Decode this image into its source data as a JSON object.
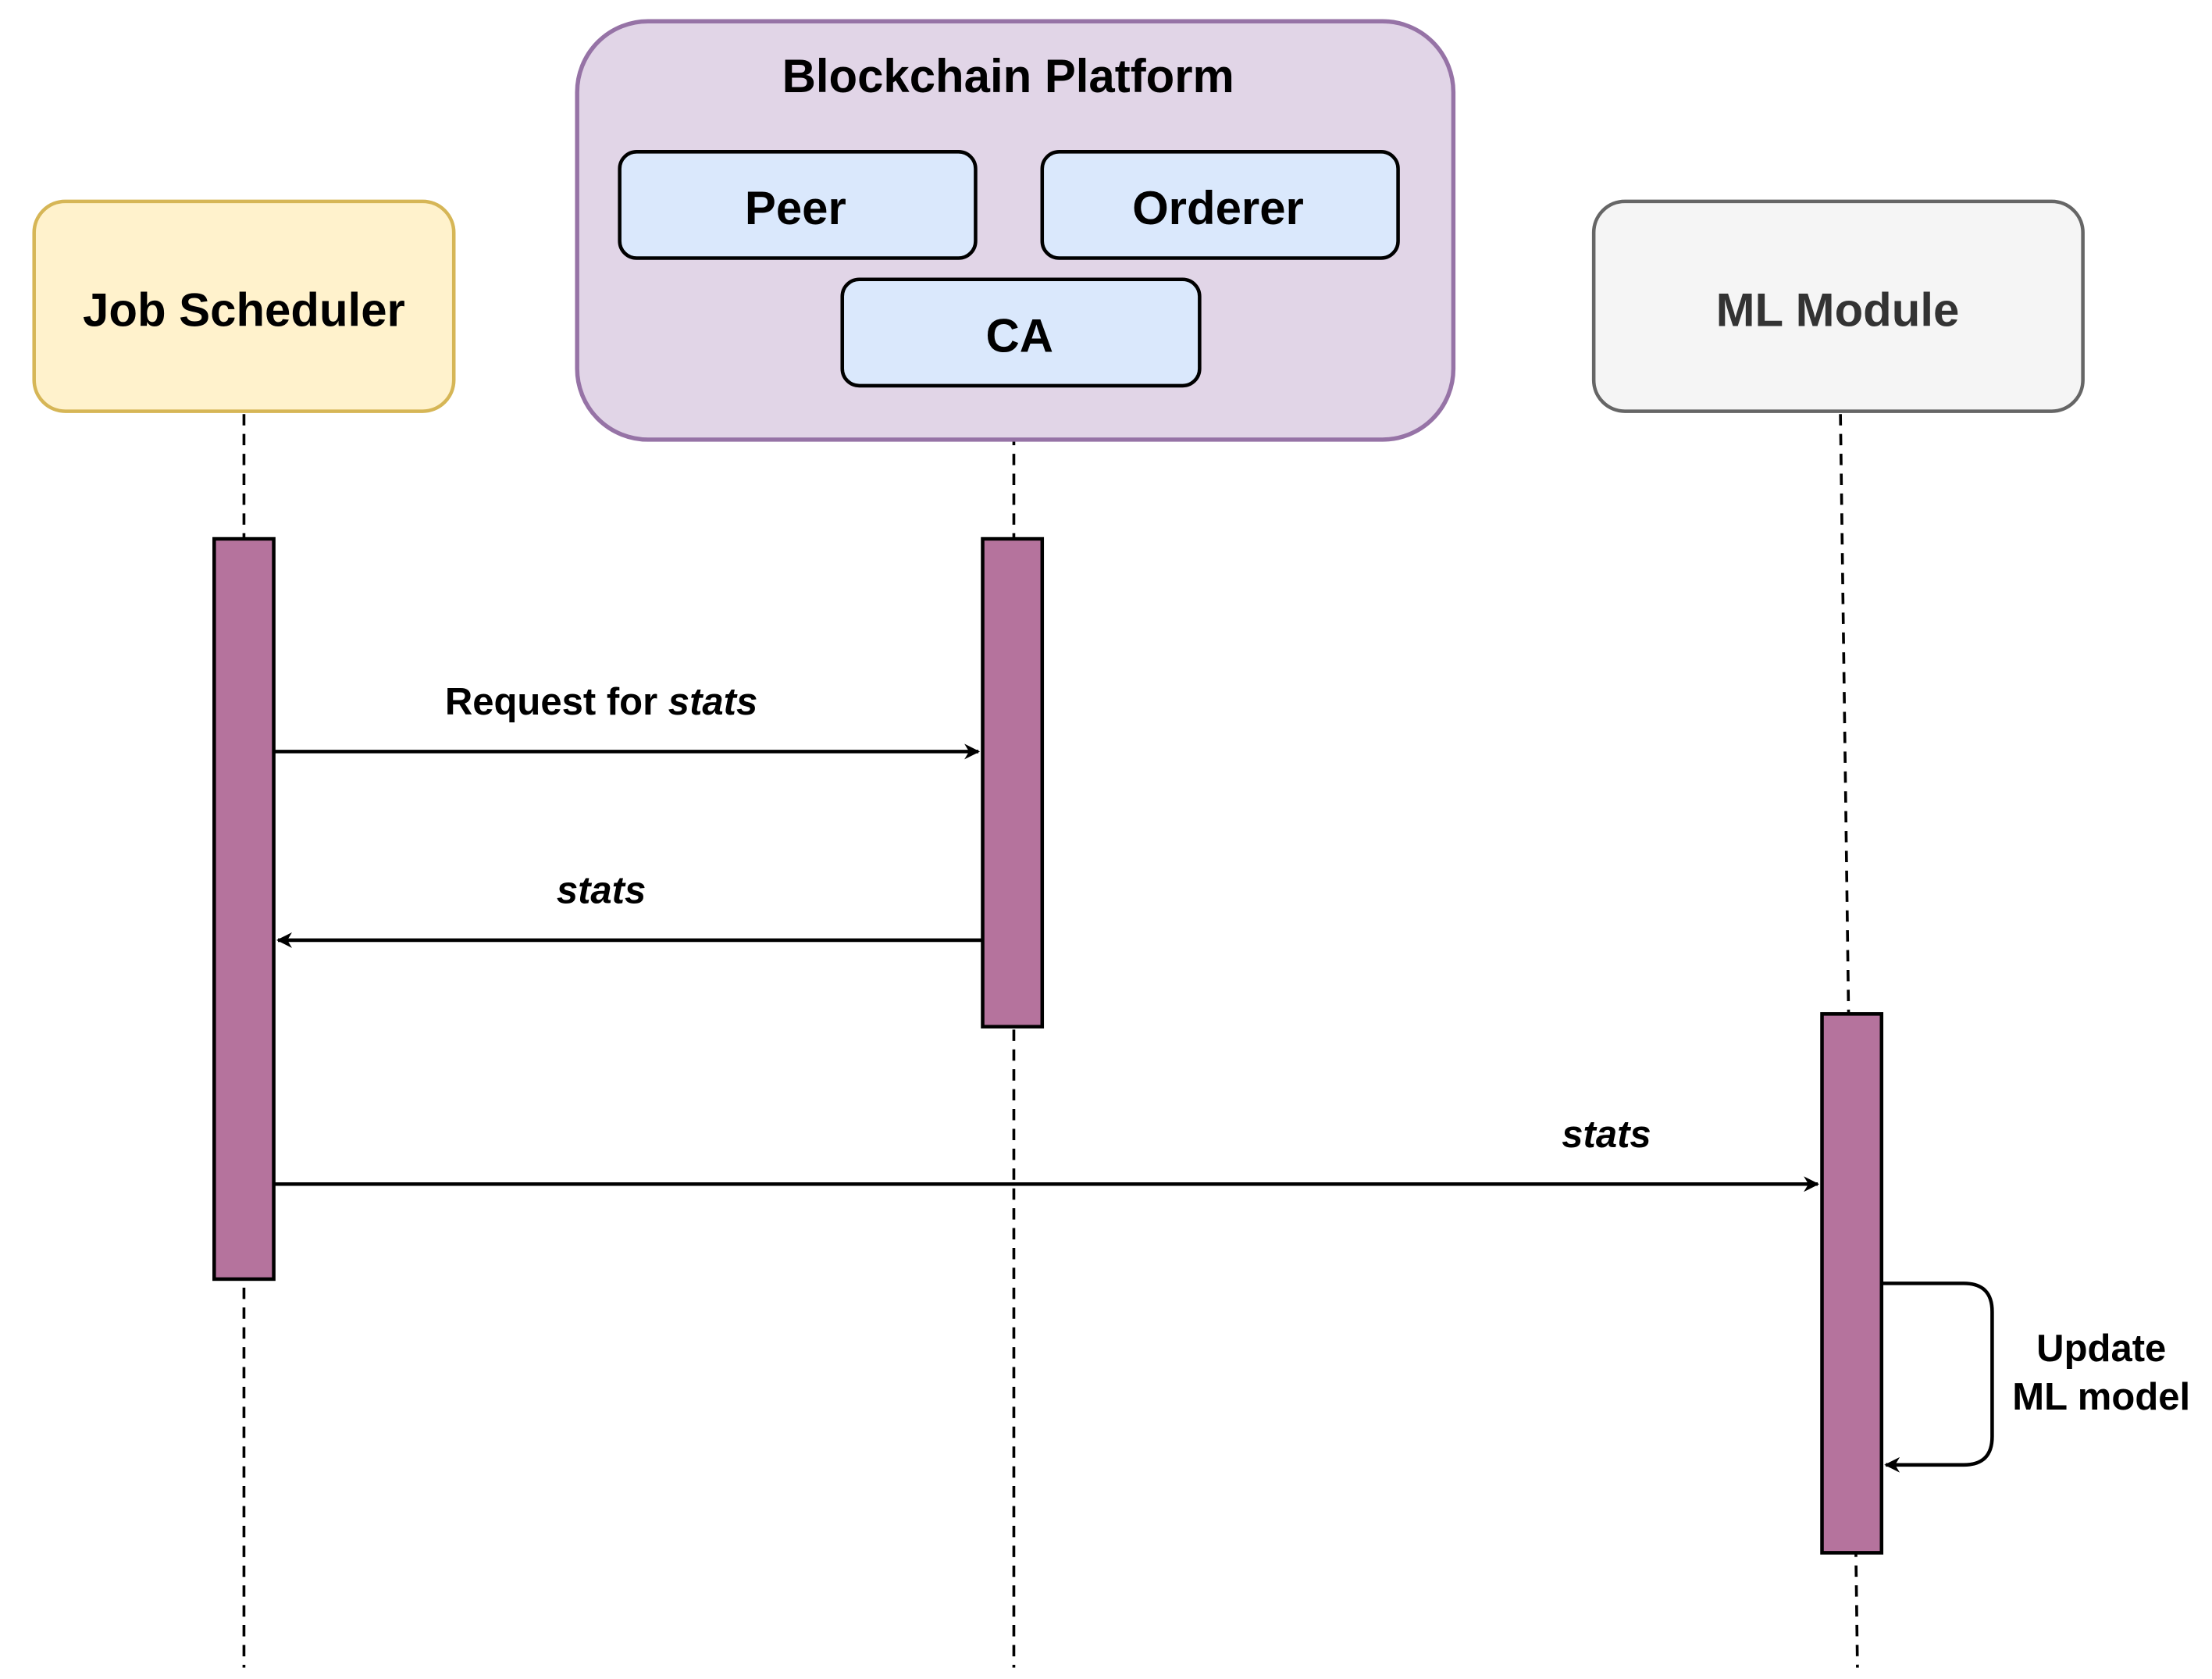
{
  "participants": {
    "job_scheduler": {
      "label": "Job Scheduler",
      "fill": "#fff2cc",
      "stroke": "#d6b656"
    },
    "blockchain": {
      "label": "Blockchain Platform",
      "fill": "#e1d5e7",
      "stroke": "#9673a6",
      "components": [
        {
          "label": "Peer"
        },
        {
          "label": "Orderer"
        },
        {
          "label": "CA"
        }
      ],
      "component_fill": "#dae8fc"
    },
    "ml_module": {
      "label": "ML Module",
      "fill": "#f5f5f5",
      "stroke": "#666666",
      "text_color": "#333333"
    }
  },
  "activation_color": "#b5739d",
  "messages": [
    {
      "prefix": "Request for ",
      "emphasis": "stats"
    },
    {
      "prefix": "",
      "emphasis": "stats"
    },
    {
      "prefix": "",
      "emphasis": "stats"
    }
  ],
  "self_message": {
    "line1": "Update",
    "line2": "ML model"
  }
}
